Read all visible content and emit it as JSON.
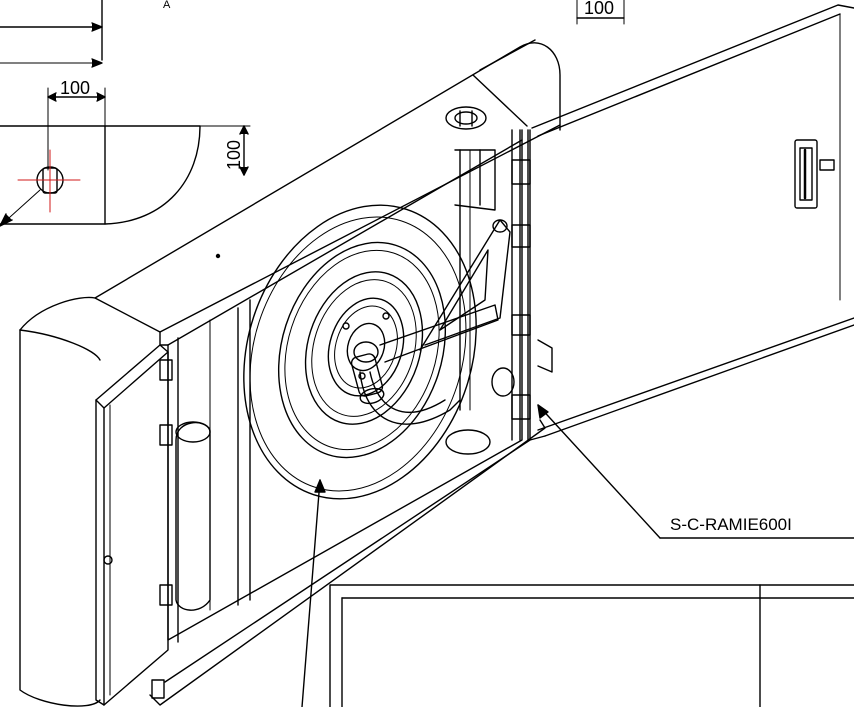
{
  "view": {
    "title": "",
    "background": "#ffffff",
    "line_color": "#000000",
    "thin_line_color": "#333333",
    "centerline_color": "#d11a1a"
  },
  "dimensions": {
    "top_right": "100",
    "detail_width": "100",
    "detail_height": "100",
    "top_left_letter": "A"
  },
  "callouts": {
    "part_label": "S-C-RAMIE600I"
  }
}
